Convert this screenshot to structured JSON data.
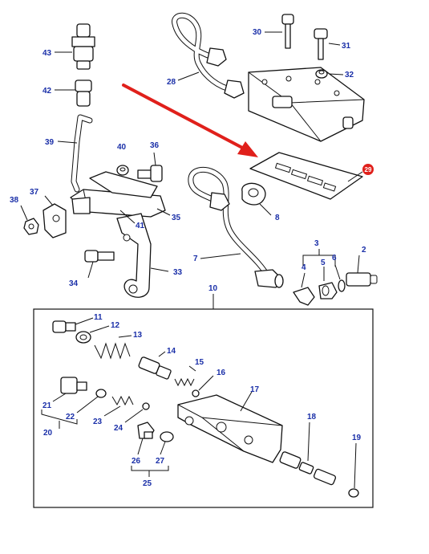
{
  "callouts": {
    "c2": "2",
    "c3": "3",
    "c4": "4",
    "c5": "5",
    "c6": "6",
    "c7": "7",
    "c8": "8",
    "c10": "10",
    "c11": "11",
    "c12": "12",
    "c13": "13",
    "c14": "14",
    "c15": "15",
    "c16": "16",
    "c17": "17",
    "c18": "18",
    "c19": "19",
    "c20": "20",
    "c21": "21",
    "c22": "22",
    "c23": "23",
    "c24": "24",
    "c25": "25",
    "c26": "26",
    "c27": "27",
    "c28": "28",
    "c29": "29",
    "c30": "30",
    "c31": "31",
    "c32": "32",
    "c33": "33",
    "c34": "34",
    "c35": "35",
    "c36": "36",
    "c37": "37",
    "c38": "38",
    "c39": "39",
    "c40": "40",
    "c41": "41",
    "c42": "42",
    "c43": "43"
  },
  "colors": {
    "callout_text": "#1a2fa8",
    "highlight_arrow": "#e0201b",
    "highlight_badge": "#e0201b"
  }
}
